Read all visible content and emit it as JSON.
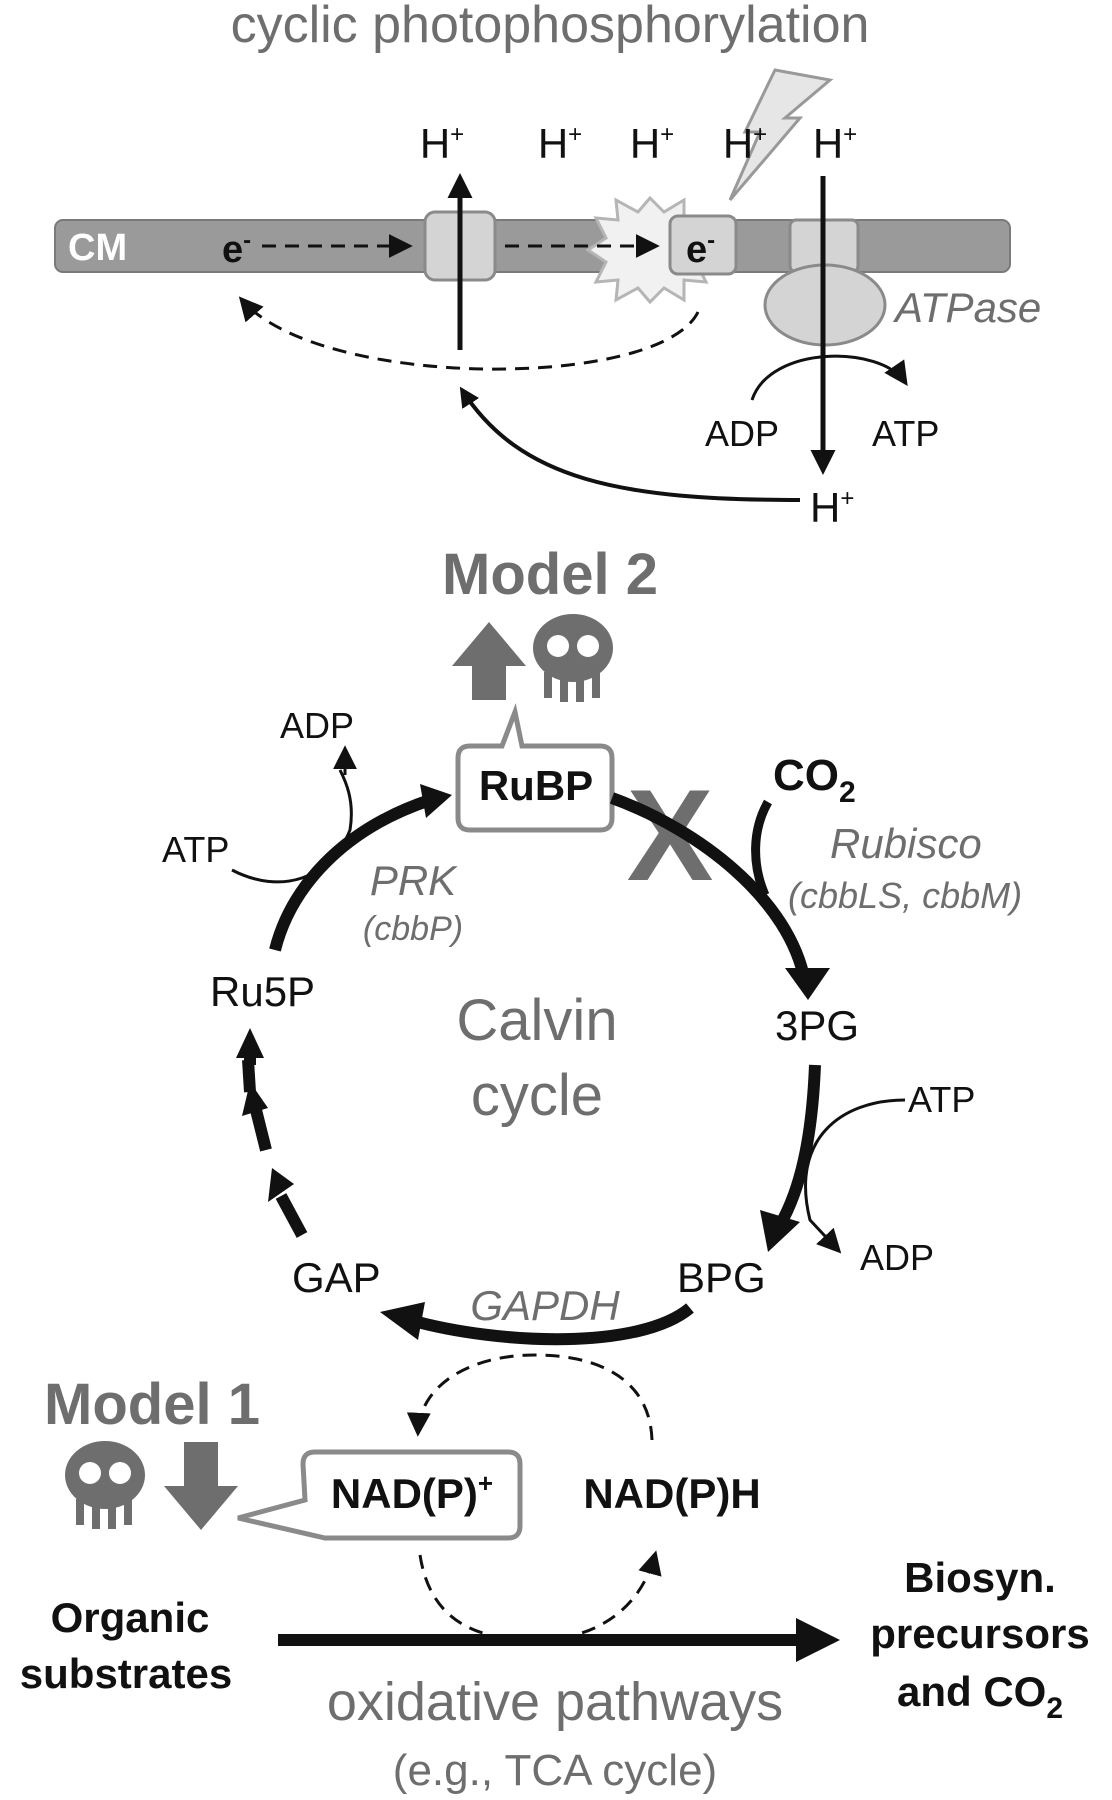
{
  "top": {
    "title": "cyclic photophosphorylation",
    "membrane_label": "CM",
    "protons": [
      "H",
      "H",
      "H",
      "H",
      "H"
    ],
    "plus": "+",
    "electron": "e",
    "minus": "-",
    "atpase_label": "ATPase",
    "adp": "ADP",
    "atp": "ATP"
  },
  "model2": {
    "label": "Model 2"
  },
  "calvin": {
    "title_line1": "Calvin",
    "title_line2": "cycle",
    "rubp": "RuBP",
    "co2_main": "CO",
    "co2_sub": "2",
    "rubisco": "Rubisco",
    "rubisco_genes": "(cbbLS, cbbM)",
    "prk": "PRK",
    "prk_gene": "(cbbP)",
    "atp_left": "ATP",
    "adp_left": "ADP",
    "ru5p": "Ru5P",
    "pg3": "3PG",
    "atp_right": "ATP",
    "adp_right": "ADP",
    "bpg": "BPG",
    "gap": "GAP",
    "gapdh": "GAPDH",
    "x_mark": "X"
  },
  "model1": {
    "label": "Model 1",
    "nadp_plus": "NAD(P)",
    "nadph": "NAD(P)H"
  },
  "bottom": {
    "organic_line1": "Organic",
    "organic_line2": "substrates",
    "biosyn_line1": "Biosyn.",
    "biosyn_line2": "precursors",
    "biosyn_line3": "and CO",
    "biosyn_sub": "2",
    "oxidative": "oxidative pathways",
    "tca": "(e.g., TCA cycle)"
  },
  "colors": {
    "gray_text": "#6e6e6e",
    "membrane": "#9a9a9a",
    "protein": "#d4d4d4",
    "black": "#111111"
  }
}
